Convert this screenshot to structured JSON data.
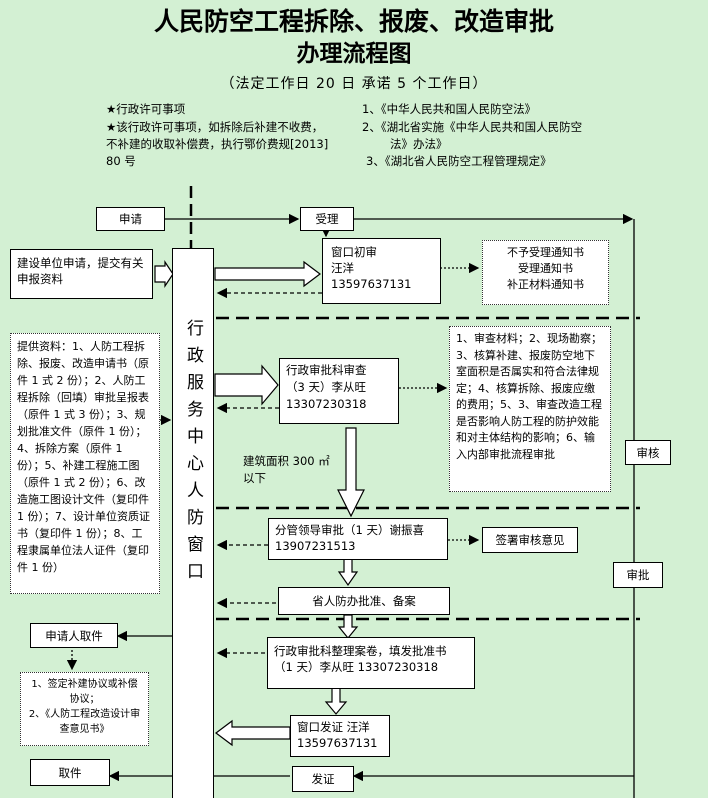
{
  "header": {
    "title_line1": "人民防空工程拆除、报废、改造审批",
    "title_line2": "办理流程图",
    "subtitle": "（法定工作日 20 日    承诺 5 个工作日）"
  },
  "notes": {
    "left_line1": "★行政许可事项",
    "left_line2": "★该行政许可事项，如拆除后补建不收费，",
    "left_line3": "不补建的收取补偿费，执行鄂价费规[2013]",
    "left_line4": "80 号",
    "right_line1": "1、《中华人民共和国人民防空法》",
    "right_line2": "2、《湖北省实施《中华人民共和国人民防空",
    "right_line3": "法》办法》",
    "right_line4": "3、《湖北省人民防空工程管理规定》"
  },
  "nodes": {
    "apply": "申请",
    "accept": "受理",
    "applicant": "建设单位申请，提交有关申报资料",
    "window_first": "窗口初审\n汪洋\n13597637131",
    "not_accept": "不予受理通知书\n受理通知书\n补正材料通知书",
    "center": "行政服务中心人防窗口",
    "materials": "提供资料：1、人防工程拆除、报废、改造申请书（原件 1 式 2 份）；2、人防工程拆除（回填）审批呈报表（原件 1 式 3 份）；3、规划批准文件（原件 1 份）；4、拆除方案（原件 1 份）；5、补建工程施工图（原件 1 式 2 份）；6、改造施工图设计文件（复印件 1 份）；7、设计单位资质证书（复印件 1 份）；8、工程隶属单位法人证件（复印件 1 份）",
    "admin_review": "行政审批科审查\n（3 天）李从旺\n13307230318",
    "review_items": "1、审查材料；2、现场勘察；3、核算补建、报废防空地下室面积是否属实和符合法律规定；4、核算拆除、报废应缴的费用；5、3、审查改造工程是否影响人防工程的防护效能和对主体结构的影响；6、输入内部审批流程审批",
    "area_note": "建筑面积 300 ㎡以下",
    "leader_approve": "分管领导审批（1 天）谢振喜\n13907231513",
    "sign_opinion": "签署审核意见",
    "province_approve": "省人防办批准、备案",
    "archive": "行政审批科整理案卷，填发批准书\n（1 天）李从旺 13307230318",
    "applicant_pickup": "申请人取件",
    "agreements": "1、签定补建协议或补偿协议；\n2、《人防工程改造设计审查意见书》",
    "window_issue": "窗口发证 汪洋\n13597637131",
    "pickup": "取件",
    "issue": "发证",
    "audit": "审核",
    "approve": "审批"
  },
  "colors": {
    "background": "#d3f0d3",
    "box": "#ffffff",
    "line": "#000000"
  }
}
